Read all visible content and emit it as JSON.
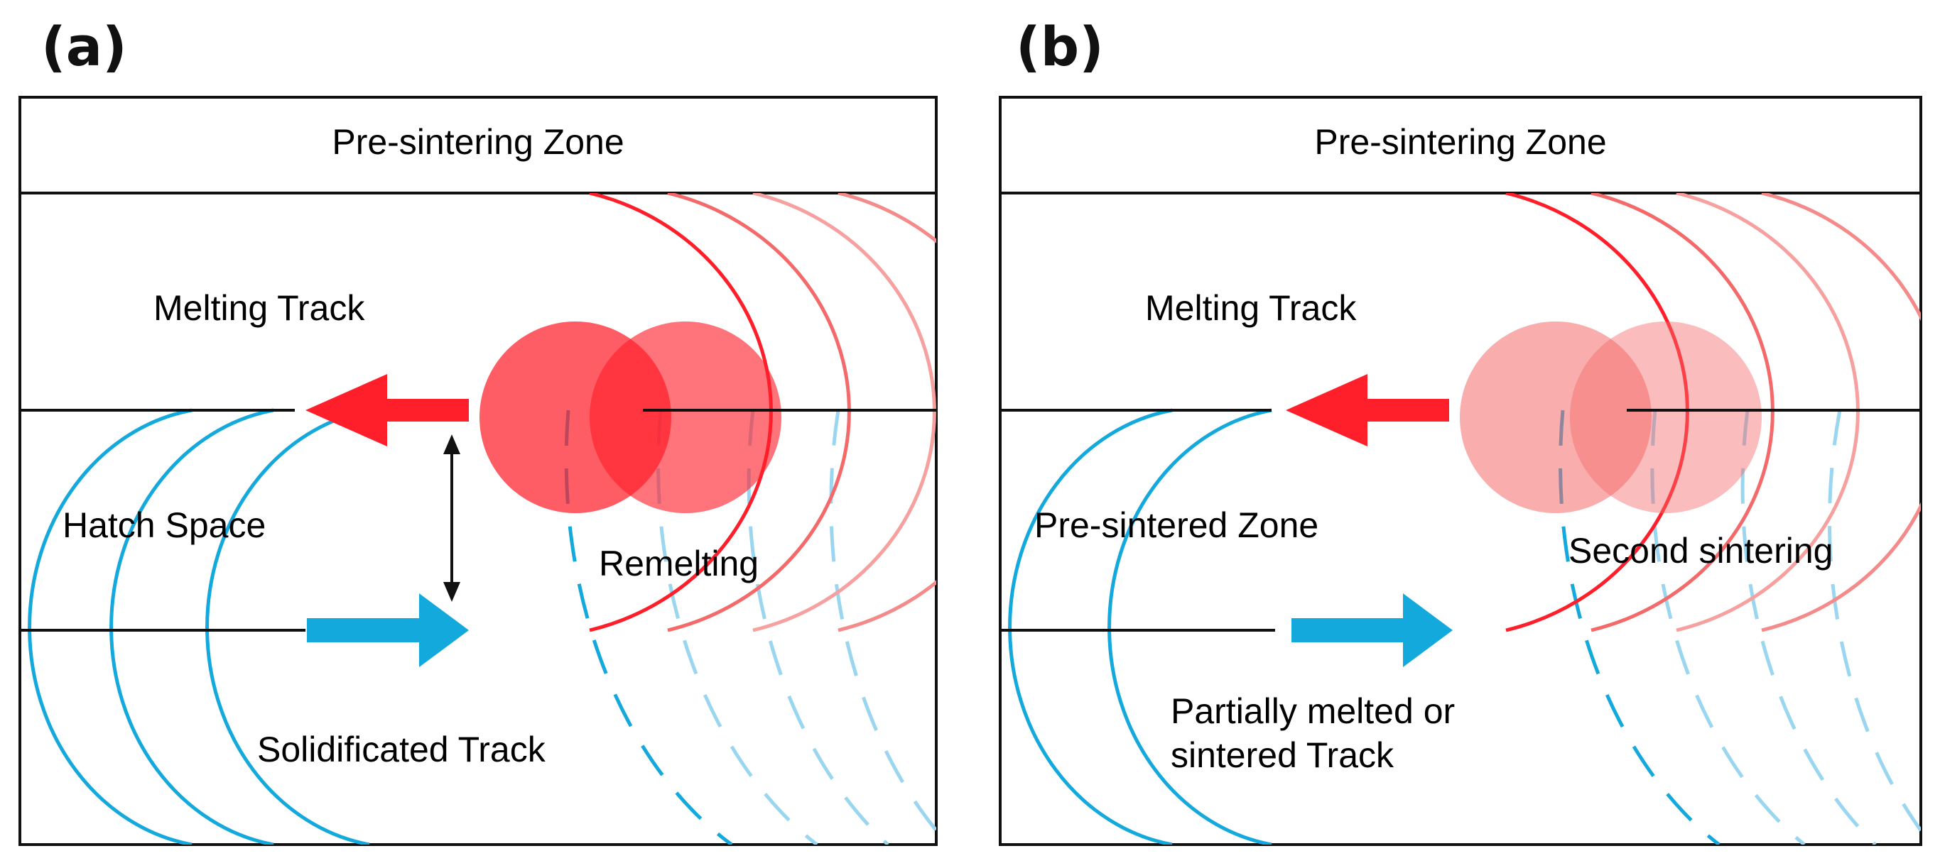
{
  "colors": {
    "melt_red": "#ff1f2a",
    "melt_red_mid": "#f46a6a",
    "melt_red_light": "#f6a0a0",
    "solid_blue": "#14a9dd",
    "solid_blue_light": "#9ad6f0",
    "frame": "#111111"
  },
  "icons": {
    "melt_direction": "left-arrow",
    "scan_direction": "right-arrow",
    "hatch_spacing": "double-headed-vertical-arrow",
    "laser_spot": "circle"
  },
  "panel_a": {
    "letter": "(a)",
    "zone_title": "Pre-sintering Zone",
    "melting_label": "Melting Track",
    "hatch_label": "Hatch Space",
    "remelt_label": "Remelting",
    "solid_label": "Solidificated Track"
  },
  "panel_b": {
    "letter": "(b)",
    "zone_title": "Pre-sintering Zone",
    "melting_label": "Melting Track",
    "presintered_label": "Pre-sintered Zone",
    "second_label": "Second sintering",
    "partial_label_1": "Partially melted or",
    "partial_label_2": "sintered Track"
  }
}
